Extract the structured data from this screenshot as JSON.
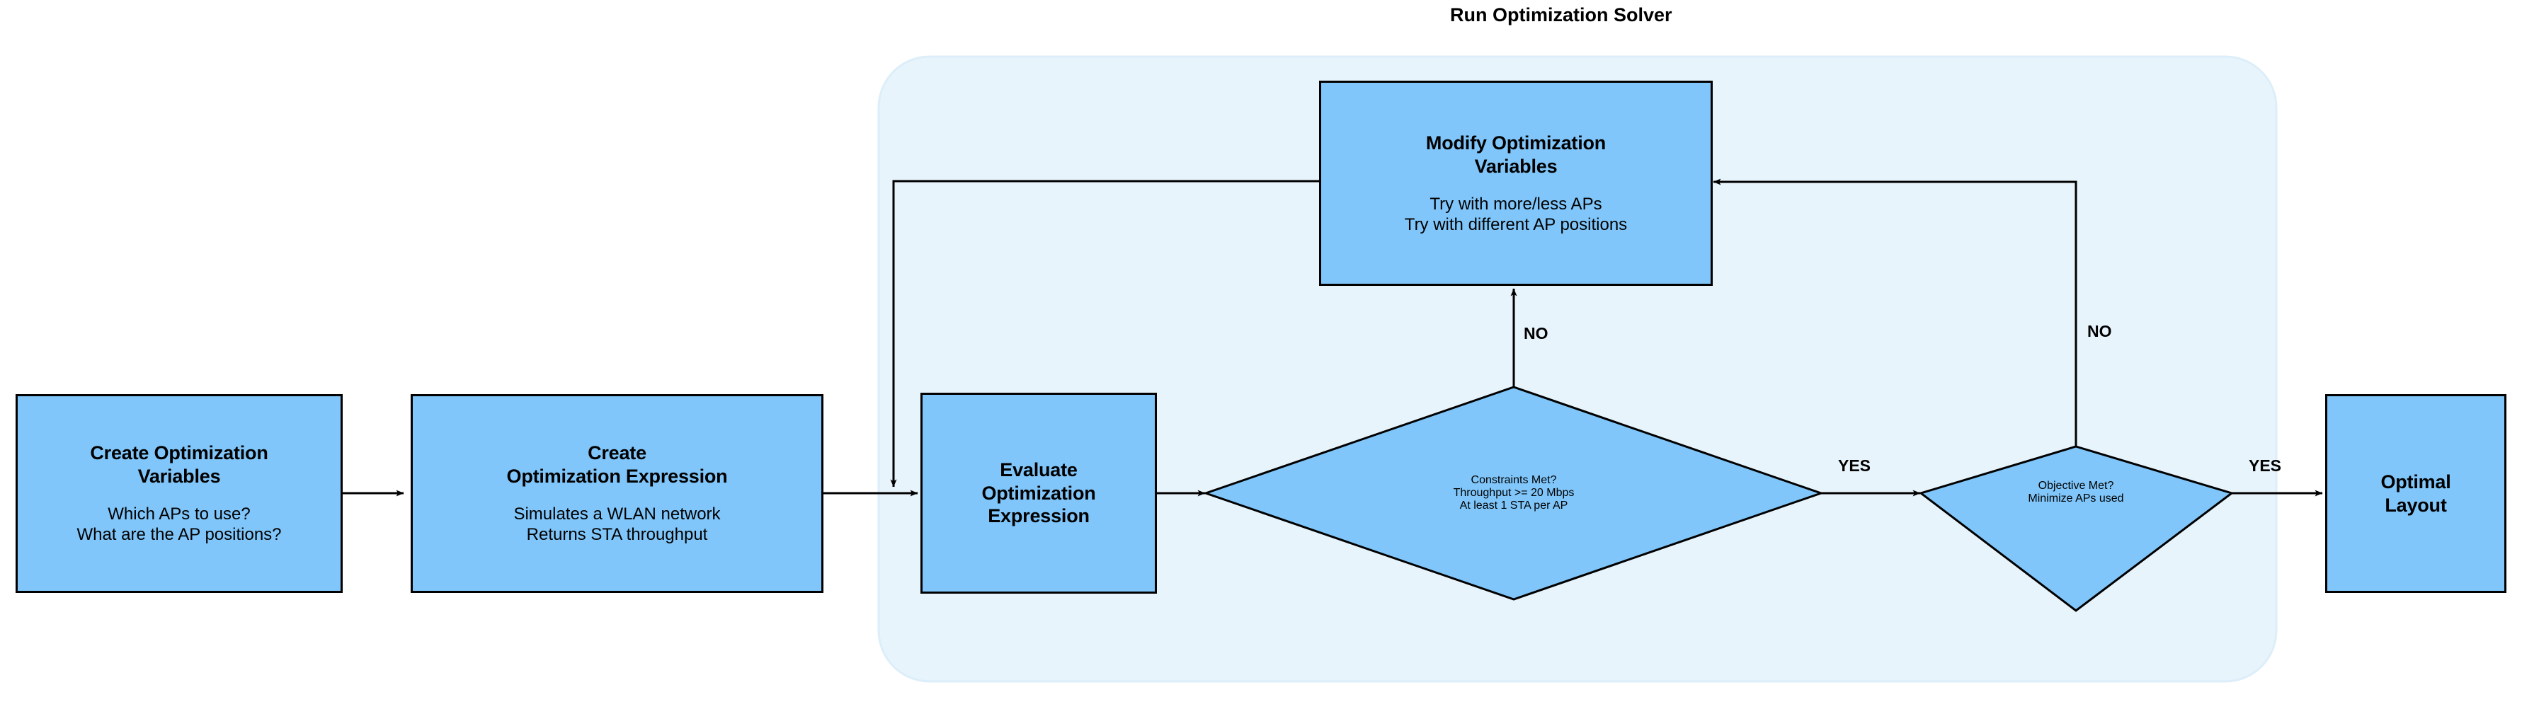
{
  "diagram": {
    "type": "flowchart",
    "title": "Run Optimization Solver",
    "colors": {
      "node_fill": "#80C6FA",
      "node_stroke": "#000000",
      "group_fill": "#E8F4FC",
      "group_stroke": "#D6EAF8",
      "text": "#000000",
      "background": "#FFFFFF"
    },
    "group": {
      "label": "Run Optimization Solver"
    },
    "nodes": [
      {
        "id": "create-optimization-variables",
        "shape": "rect",
        "title_lines": [
          "Create Optimization",
          "Variables"
        ],
        "sub_lines": [
          "Which APs to use?",
          "What are the AP positions?"
        ]
      },
      {
        "id": "create-optimization-expression",
        "shape": "rect",
        "title_lines": [
          "Create",
          "Optimization Expression"
        ],
        "sub_lines": [
          "Simulates a WLAN network",
          "Returns STA throughput"
        ]
      },
      {
        "id": "evaluate-optimization-expression",
        "shape": "rect",
        "title_lines": [
          "Evaluate",
          "Optimization",
          "Expression"
        ],
        "sub_lines": []
      },
      {
        "id": "modify-optimization-variables",
        "shape": "rect",
        "title_lines": [
          "Modify Optimization",
          "Variables"
        ],
        "sub_lines": [
          "Try with more/less APs",
          "Try with different AP positions"
        ]
      },
      {
        "id": "constraints-met",
        "shape": "diamond",
        "title_lines": [
          "Constraints Met?"
        ],
        "sub_lines": [
          "Throughput >= 20 Mbps",
          "At least 1 STA per AP"
        ]
      },
      {
        "id": "objective-met",
        "shape": "diamond",
        "title_lines": [
          "Objective Met?"
        ],
        "sub_lines": [
          "Minimize APs used"
        ]
      },
      {
        "id": "optimal-layout",
        "shape": "rect",
        "title_lines": [
          "Optimal",
          "Layout"
        ],
        "sub_lines": []
      }
    ],
    "edge_labels": {
      "constraints_no": "NO",
      "constraints_yes": "YES",
      "objective_no": "NO",
      "objective_yes": "YES"
    },
    "edges": [
      {
        "from": "create-optimization-variables",
        "to": "create-optimization-expression",
        "label": ""
      },
      {
        "from": "create-optimization-expression",
        "to": "evaluate-optimization-expression",
        "label": ""
      },
      {
        "from": "evaluate-optimization-expression",
        "to": "constraints-met",
        "label": ""
      },
      {
        "from": "constraints-met",
        "to": "modify-optimization-variables",
        "label": "NO"
      },
      {
        "from": "constraints-met",
        "to": "objective-met",
        "label": "YES"
      },
      {
        "from": "objective-met",
        "to": "modify-optimization-variables",
        "label": "NO"
      },
      {
        "from": "objective-met",
        "to": "optimal-layout",
        "label": "YES"
      },
      {
        "from": "modify-optimization-variables",
        "to": "evaluate-optimization-expression",
        "label": ""
      }
    ]
  }
}
